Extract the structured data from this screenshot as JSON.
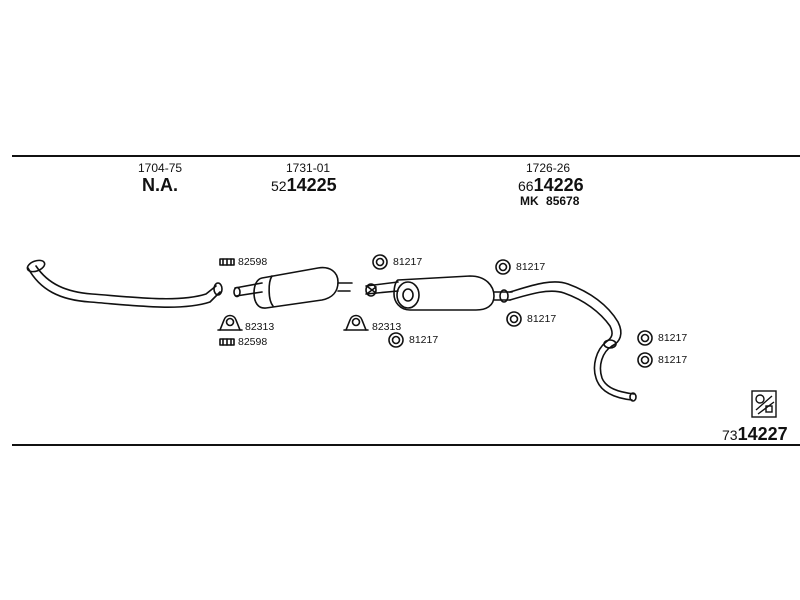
{
  "header": {
    "col1": {
      "code": "1704-75",
      "part": "N.A."
    },
    "col2": {
      "code": "1731-01",
      "prefix": "52",
      "part": "14225"
    },
    "col3": {
      "code": "1726-26",
      "prefix": "66",
      "part": "14226",
      "kit_prefix": "MK",
      "kit": "85678"
    }
  },
  "callouts": {
    "clamp_top": "82598",
    "bracket_left": "82313",
    "clamp_bottom": "82598",
    "bracket_mid": "82313",
    "ring_1": "81217",
    "ring_2": "81217",
    "ring_3": "81217",
    "ring_4": "81217",
    "ring_5": "81217",
    "ring_6": "81217"
  },
  "footer": {
    "prefix": "73",
    "part": "14227"
  }
}
